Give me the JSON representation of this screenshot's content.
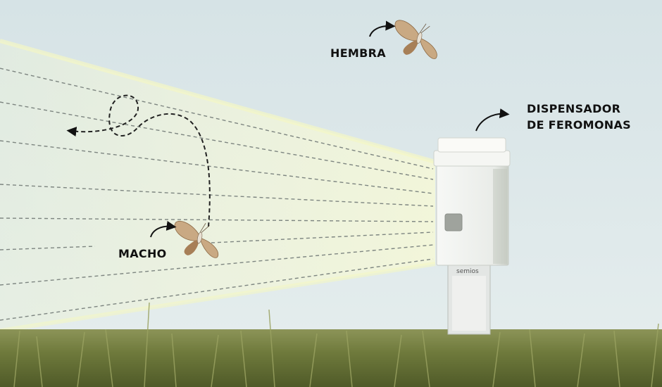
{
  "labels": {
    "hembra": "HEMBRA",
    "macho": "MACHO",
    "dispensador_line1": "DISPENSADOR",
    "dispensador_line2": "DE FEROMONAS"
  },
  "dispenser": {
    "brand_text": "semios"
  },
  "colors": {
    "sky": "#dde8ea",
    "plume": "#eef4dc",
    "grass": "#6f7a3c",
    "moth": "#b8946a",
    "text": "#111111"
  }
}
